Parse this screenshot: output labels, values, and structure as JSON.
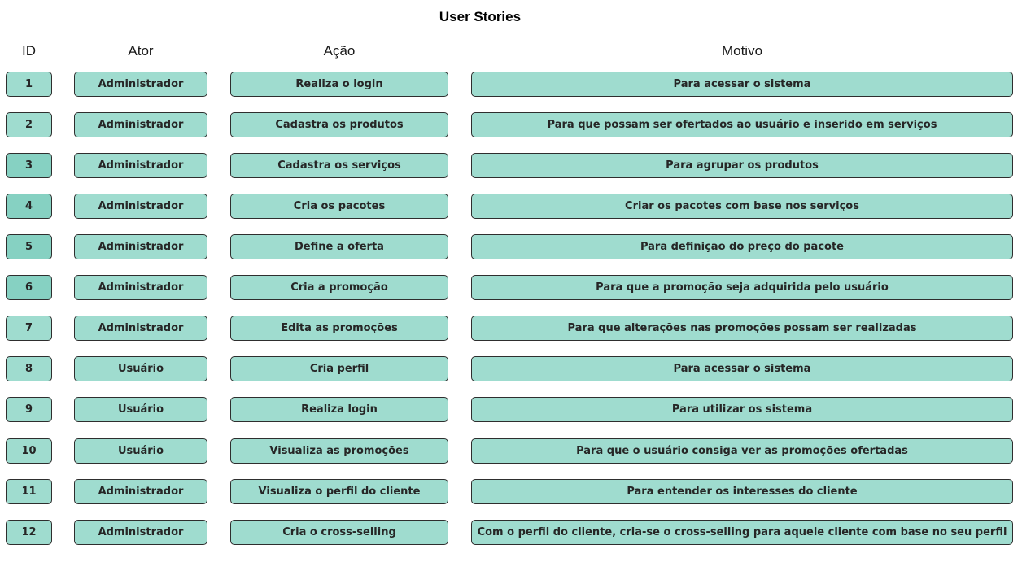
{
  "title": "User Stories",
  "headers": {
    "id": "ID",
    "ator": "Ator",
    "acao": "Ação",
    "motivo": "Motivo"
  },
  "colors": {
    "cell_fill": "#9fdccf",
    "id_fill_alt": "#86d1c2",
    "border": "#2e2e2e"
  },
  "rows": [
    {
      "id": "1",
      "ator": "Administrador",
      "acao": "Realiza o login",
      "motivo": "Para acessar o sistema"
    },
    {
      "id": "2",
      "ator": "Administrador",
      "acao": "Cadastra os produtos",
      "motivo": "Para que possam ser ofertados ao usuário e inserido em serviços"
    },
    {
      "id": "3",
      "ator": "Administrador",
      "acao": "Cadastra os serviços",
      "motivo": "Para agrupar os produtos"
    },
    {
      "id": "4",
      "ator": "Administrador",
      "acao": "Cria os pacotes",
      "motivo": "Criar os pacotes com base nos serviços"
    },
    {
      "id": "5",
      "ator": "Administrador",
      "acao": "Define a oferta",
      "motivo": "Para definição do preço do pacote"
    },
    {
      "id": "6",
      "ator": "Administrador",
      "acao": "Cria a promoção",
      "motivo": "Para que a promoção seja adquirida pelo usuário"
    },
    {
      "id": "7",
      "ator": "Administrador",
      "acao": "Edita as promoções",
      "motivo": "Para que alterações nas promoções possam ser realizadas"
    },
    {
      "id": "8",
      "ator": "Usuário",
      "acao": "Cria perfil",
      "motivo": "Para acessar o sistema"
    },
    {
      "id": "9",
      "ator": "Usuário",
      "acao": "Realiza login",
      "motivo": "Para utilizar os sistema"
    },
    {
      "id": "10",
      "ator": "Usuário",
      "acao": "Visualiza as promoções",
      "motivo": "Para que o usuário consiga ver as promoções ofertadas"
    },
    {
      "id": "11",
      "ator": "Administrador",
      "acao": "Visualiza o perfil do cliente",
      "motivo": "Para entender os interesses do cliente"
    },
    {
      "id": "12",
      "ator": "Administrador",
      "acao": "Cria o cross-selling",
      "motivo": "Com o perfil do cliente, cria-se o cross-selling para aquele cliente com base no seu perfil"
    }
  ]
}
